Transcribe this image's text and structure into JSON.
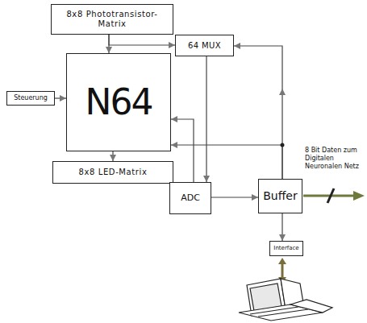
{
  "diagram": {
    "nodes": [
      {
        "text": [
          "8x8 Phototransistor-Matrix"
        ]
      },
      {
        "text": [
          "64 MUX"
        ]
      },
      {
        "text": [
          "Steuerung"
        ]
      },
      {
        "text": [
          "N64"
        ]
      },
      {
        "text": [
          "8x8 LED-Matrix"
        ]
      },
      {
        "text": [
          "ADC"
        ]
      },
      {
        "text": [
          "Buffer"
        ]
      },
      {
        "text": [
          "Interface"
        ]
      }
    ],
    "edges": [
      {
        "from": 0,
        "to": 3,
        "arrow": "to"
      },
      {
        "from": 0,
        "to": 1,
        "arrow": "to"
      },
      {
        "from": 1,
        "to": 5,
        "arrow": "to"
      },
      {
        "from": 6,
        "to": 1,
        "arrow": "to"
      },
      {
        "from": 6,
        "to": 3,
        "arrow": "to"
      },
      {
        "from": 5,
        "to": 3,
        "arrow": "to"
      },
      {
        "from": 5,
        "to": 6,
        "arrow": "to"
      },
      {
        "from": 2,
        "to": 3,
        "arrow": "to"
      },
      {
        "from": 3,
        "to": 4,
        "arrow": "to"
      },
      {
        "from": 6,
        "to": 7,
        "arrow": "to"
      }
    ],
    "labels": [
      "8 Bit Daten zum Digitalen Neuronalen Netz"
    ]
  }
}
